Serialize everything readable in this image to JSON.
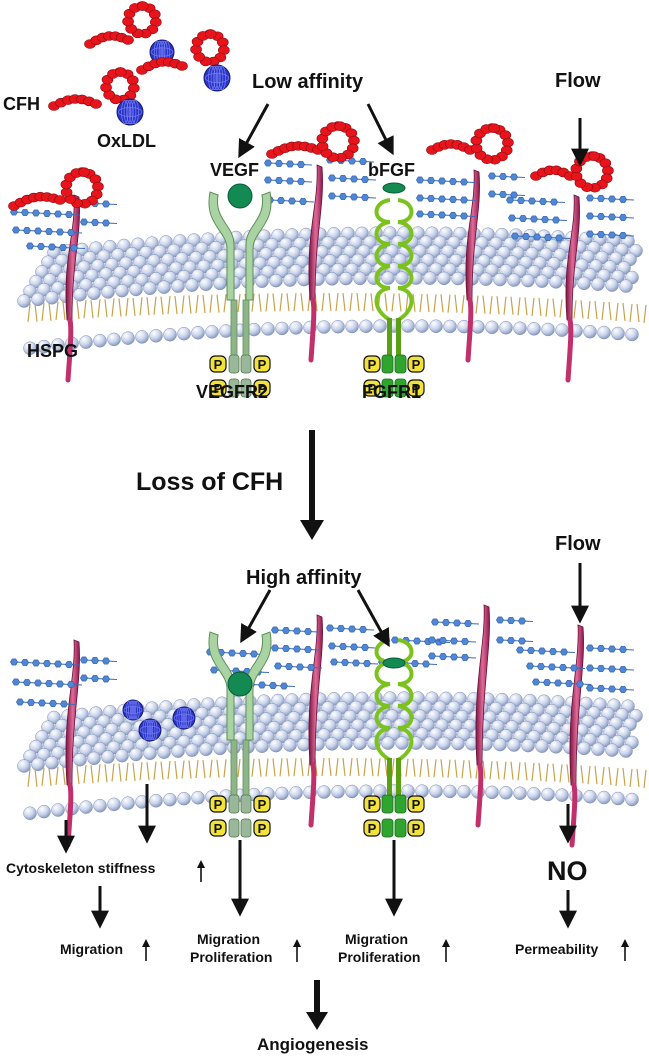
{
  "top_panel": {
    "labels": {
      "cfh": "CFH",
      "oxldl": "OxLDL",
      "low_affinity": "Low affinity",
      "flow": "Flow",
      "vegf": "VEGF",
      "bfgf": "bFGF",
      "hspg": "HSPG",
      "vegfr2": "VEGFR2",
      "fgfr1": "FGFR1"
    }
  },
  "transition": {
    "label": "Loss of CFH"
  },
  "bottom_panel": {
    "labels": {
      "high_affinity": "High affinity",
      "flow": "Flow"
    },
    "outcomes": {
      "cytoskeleton": "Cytoskeleton stiffness",
      "migration": "Migration",
      "vegfr_migration": "Migration",
      "vegfr_proliferation": "Proliferation",
      "fgfr_migration": "Migration",
      "fgfr_proliferation": "Proliferation",
      "no": "NO",
      "permeability": "Permeability",
      "angiogenesis": "Angiogenesis"
    }
  },
  "phospho_symbol": "P",
  "colors": {
    "cfh": "#e8141c",
    "oxldl": "#2b34c8",
    "glycan": "#4f86d6",
    "hspg": "#c0306a",
    "vegfr2": "#a9d3a2",
    "fgfr1": "#7cc21d",
    "ligand": "#138a52",
    "lipid_head": "#c8d3ea",
    "phospho": "#f2e23a"
  }
}
